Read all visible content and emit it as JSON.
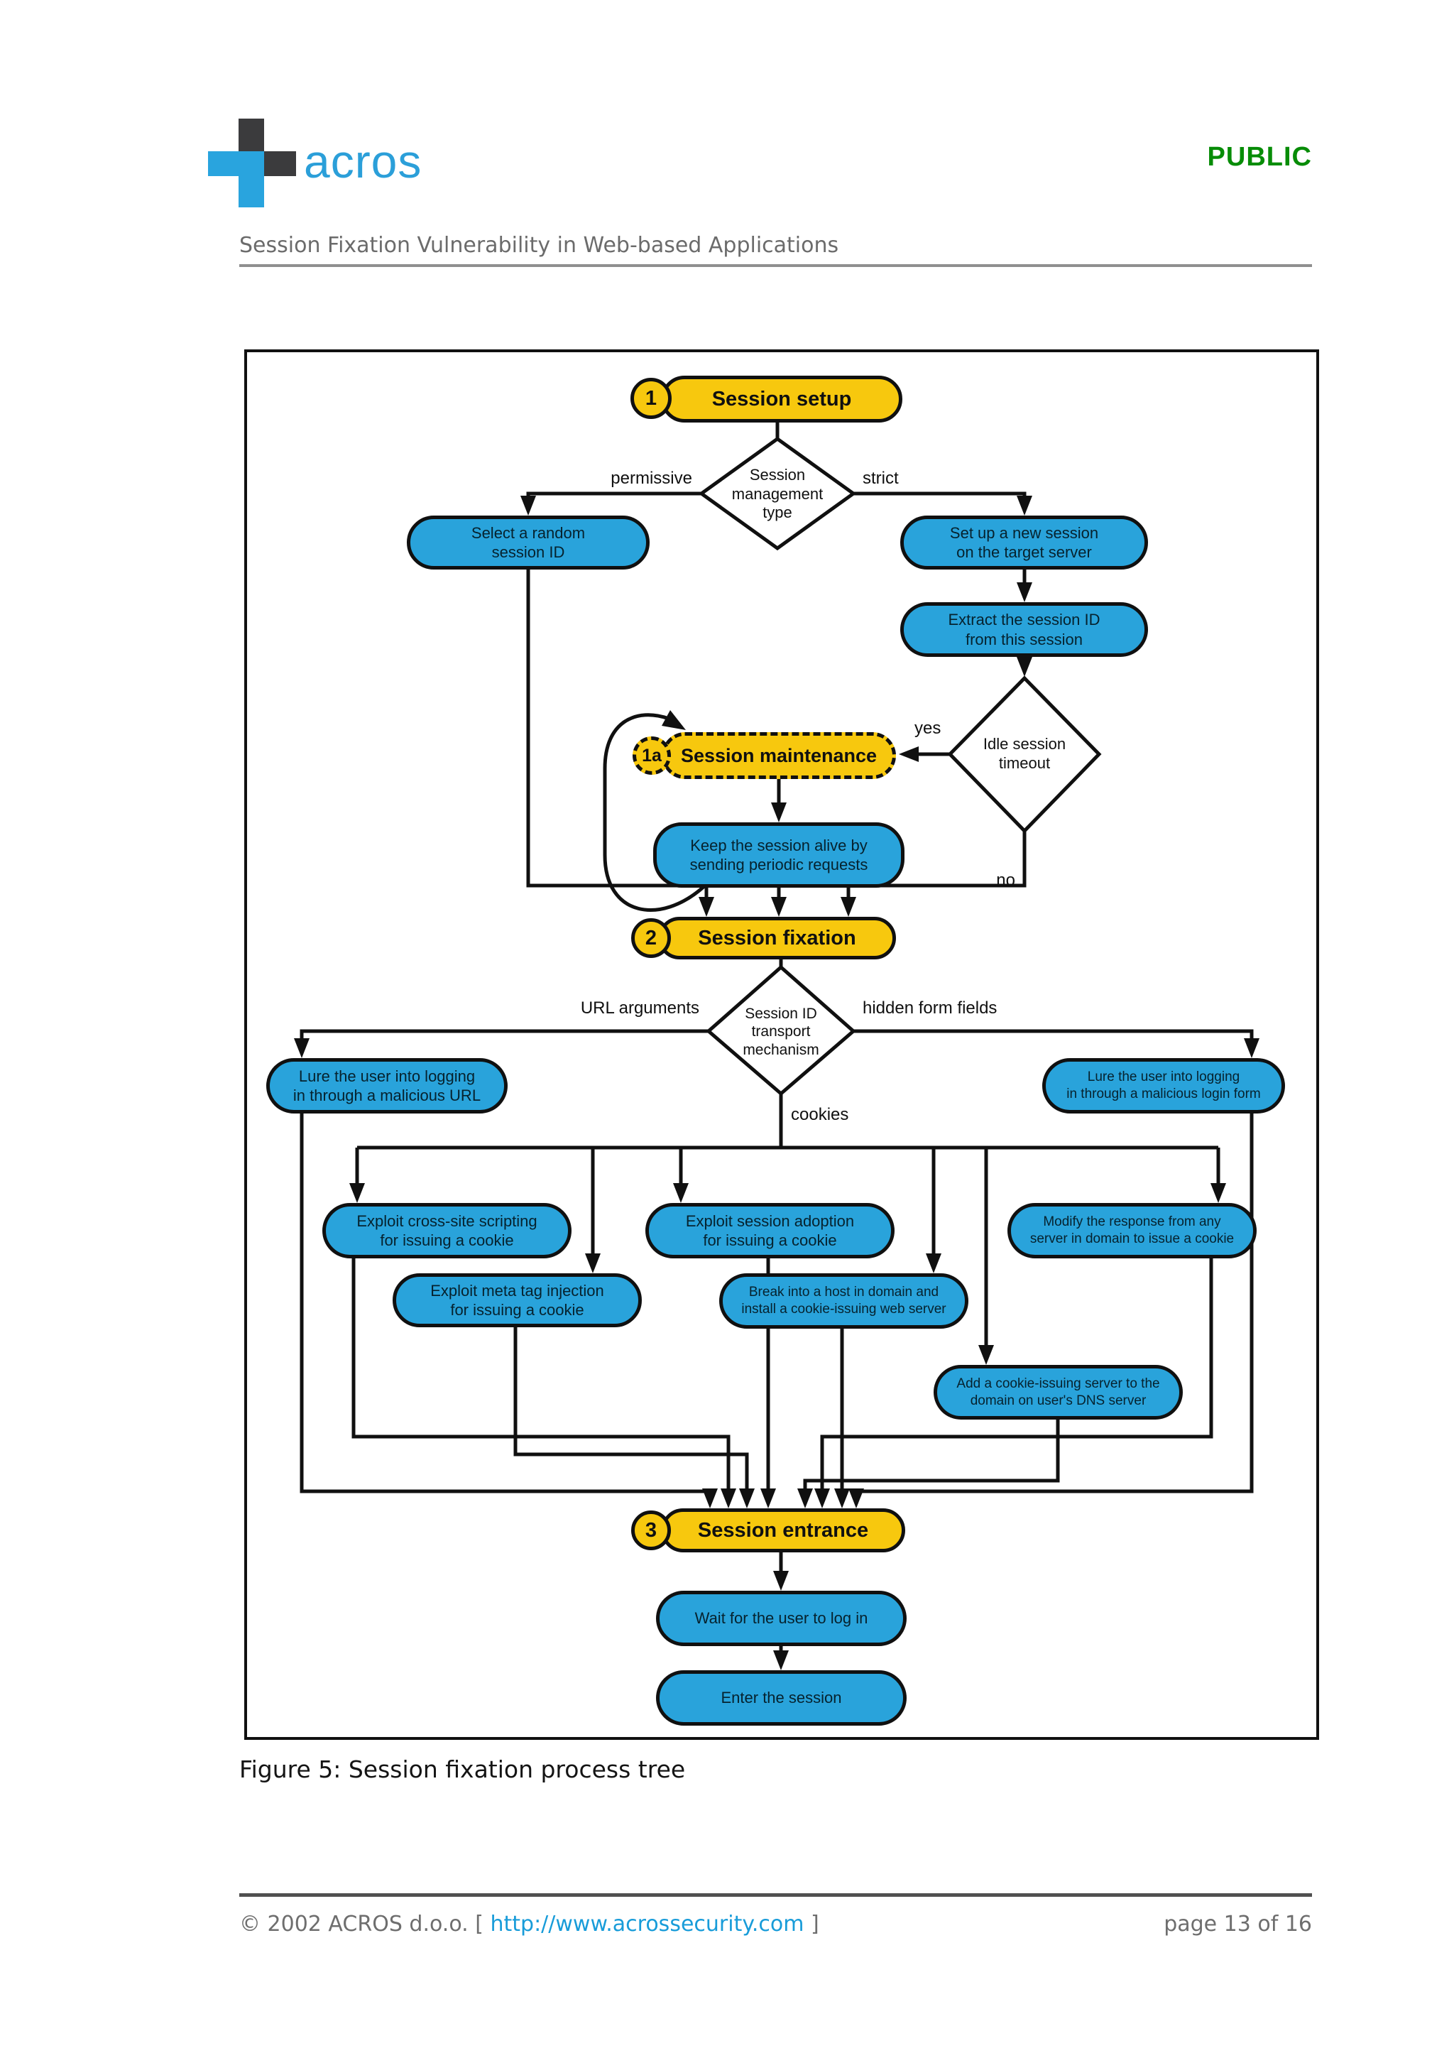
{
  "header": {
    "brand": "acros",
    "classification": "PUBLIC",
    "document_title": "Session Fixation Vulnerability in Web-based Applications"
  },
  "colors": {
    "process_blue": "#29A3DB",
    "milestone_yellow": "#F7C80E",
    "brand_blue": "#2B9FD9",
    "brand_dark": "#3B3B3D",
    "classification_green": "#078C07",
    "link_blue": "#189CD9",
    "stroke_black": "#101010"
  },
  "flowchart": {
    "steps": {
      "s1": {
        "number": "1",
        "title": "Session setup"
      },
      "s1a": {
        "number": "1a",
        "title": "Session maintenance"
      },
      "s2": {
        "number": "2",
        "title": "Session fixation"
      },
      "s3": {
        "number": "3",
        "title": "Session entrance"
      }
    },
    "decisions": {
      "management": "Session\nmanagement\ntype",
      "idle": "Idle session\ntimeout",
      "transport": "Session ID\ntransport\nmechanism"
    },
    "branches": {
      "permissive": "permissive",
      "strict": "strict",
      "yes": "yes",
      "no": "no",
      "url_arguments": "URL arguments",
      "cookies": "cookies",
      "hidden_form_fields": "hidden form fields"
    },
    "processes": {
      "select_random": "Select a random\nsession ID",
      "setup_new": "Set up a new session\non the target server",
      "extract_id": "Extract the session ID\nfrom this session",
      "keep_alive": "Keep the session alive by\nsending periodic requests",
      "lure_url": "Lure the user into logging\nin through a malicious URL",
      "lure_form": "Lure the user into logging\nin through a malicious login form",
      "xss": "Exploit cross-site scripting\nfor issuing a cookie",
      "metatag": "Exploit meta tag injection\nfor issuing a cookie",
      "adoption": "Exploit session adoption\nfor issuing a cookie",
      "breakhost": "Break into a host in domain and\ninstall a cookie-issuing web server",
      "modify": "Modify the response from any\nserver in domain to issue a cookie",
      "adddns": "Add a cookie-issuing server to the\ndomain on user's DNS server",
      "wait_login": "Wait for the user to log in",
      "enter_session": "Enter the session"
    }
  },
  "figure": {
    "caption": "Figure 5: Session fixation process tree"
  },
  "footer": {
    "copyright_prefix": "© 2002 ACROS d.o.o. [ ",
    "url": "http://www.acrossecurity.com",
    "bracket_close": " ]",
    "page_info": "page 13 of 16"
  }
}
